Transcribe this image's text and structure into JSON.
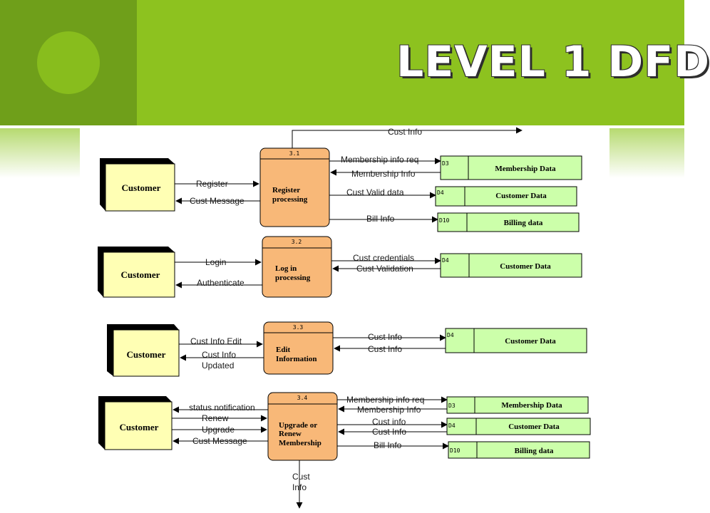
{
  "slide": {
    "title": "LEVEL 1 DFD",
    "colors": {
      "header_dark": "#6f9f1a",
      "header_light": "#8dc21f",
      "entity": "#ffffb4",
      "process": "#f8b878",
      "datastore": "#ccffaa"
    }
  },
  "diagram": {
    "groups": [
      {
        "entity": "Customer",
        "process": {
          "id": "3.1",
          "lines": [
            "Register",
            "processing"
          ]
        },
        "top_flow": "Cust Info",
        "entity_flows": [
          "Register",
          "Cust Message"
        ],
        "store_flows": [
          "Membership info req",
          "Membership Info",
          "Cust Valid data",
          "Bill Info"
        ],
        "stores": [
          {
            "id": "D3",
            "name": "Membership Data"
          },
          {
            "id": "D4",
            "name": "Customer Data"
          },
          {
            "id": "D10",
            "name": "Billing data"
          }
        ]
      },
      {
        "entity": "Customer",
        "process": {
          "id": "3.2",
          "lines": [
            "Log in",
            "processing"
          ]
        },
        "entity_flows": [
          "Login",
          "Authenticate"
        ],
        "store_flows": [
          "Cust credentials",
          "Cust Validation"
        ],
        "stores": [
          {
            "id": "D4",
            "name": "Customer Data"
          }
        ]
      },
      {
        "entity": "Customer",
        "process": {
          "id": "3.3",
          "lines": [
            "Edit",
            "Information"
          ]
        },
        "entity_flows": [
          "Cust Info Edit",
          "Cust Info",
          "Updated"
        ],
        "store_flows": [
          "Cust Info",
          "Cust Info"
        ],
        "stores": [
          {
            "id": "D4",
            "name": "Customer Data"
          }
        ]
      },
      {
        "entity": "Customer",
        "process": {
          "id": "3.4",
          "lines": [
            "Upgrade or",
            "Renew",
            "Membership"
          ]
        },
        "entity_flows": [
          "status notification",
          "Renew",
          "Upgrade",
          "Cust Message"
        ],
        "store_flows": [
          "Membership info req",
          "Membership Info",
          "Cust info",
          "Cust Info",
          "Bill Info"
        ],
        "bottom_flow": [
          "Cust",
          "Info"
        ],
        "stores": [
          {
            "id": "D3",
            "name": "Membership Data"
          },
          {
            "id": "D4",
            "name": "Customer Data"
          },
          {
            "id": "D10",
            "name": "Billing data"
          }
        ]
      }
    ]
  }
}
